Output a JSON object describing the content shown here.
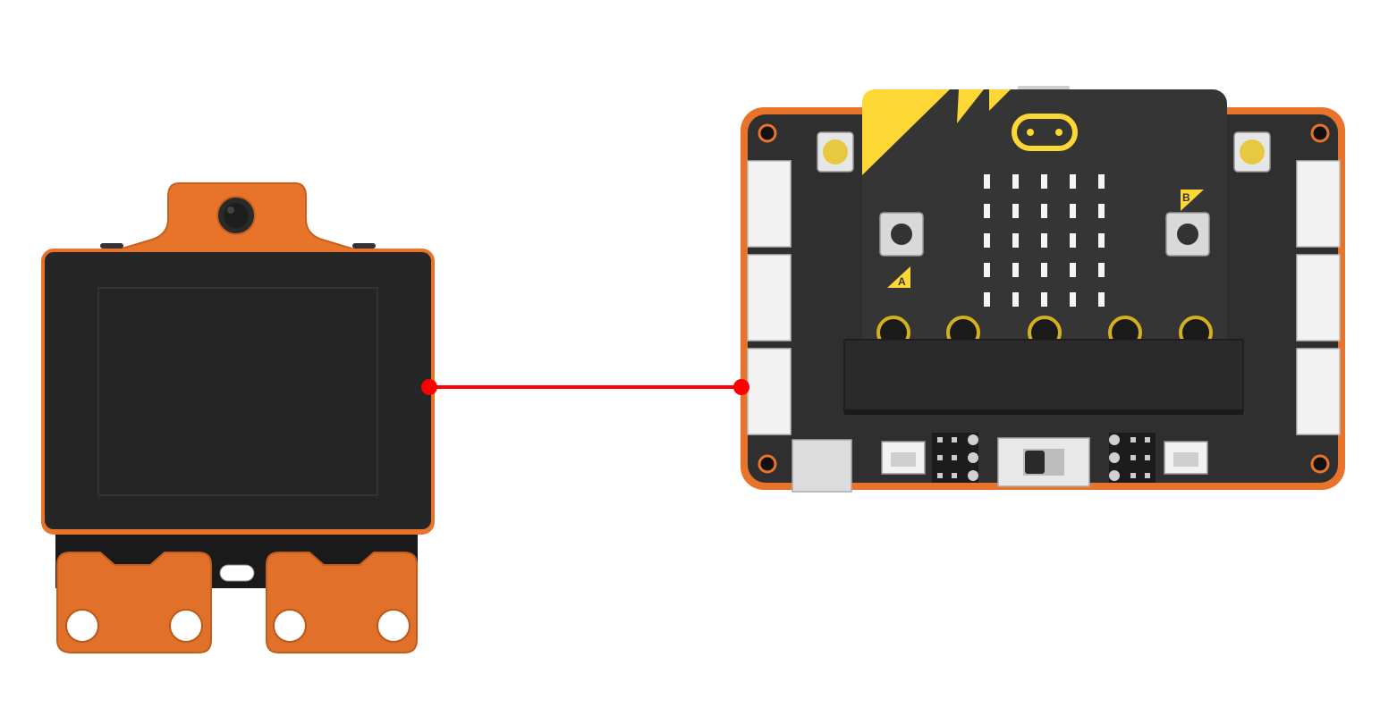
{
  "colors": {
    "background": "#ffffff",
    "case_orange": "#e8732a",
    "case_orange_dark": "#c85f1c",
    "board_dark": "#2f2f2f",
    "panel_dark": "#242424",
    "accent_yellow": "#fdd835",
    "wire_red": "#ff0000",
    "connector_white": "#f2f2f2"
  },
  "module": {
    "icons": [
      "sensor-lens-icon",
      "mounting-hole-icon"
    ]
  },
  "board": {
    "button_a_label": "A",
    "button_b_label": "B",
    "led_rows": 5,
    "led_cols": 5,
    "edge_pin_count": 5,
    "icons": [
      "microbit-logo-icon",
      "push-button-icon",
      "slide-switch-icon"
    ]
  },
  "connection": {
    "wire": "red-wire"
  }
}
